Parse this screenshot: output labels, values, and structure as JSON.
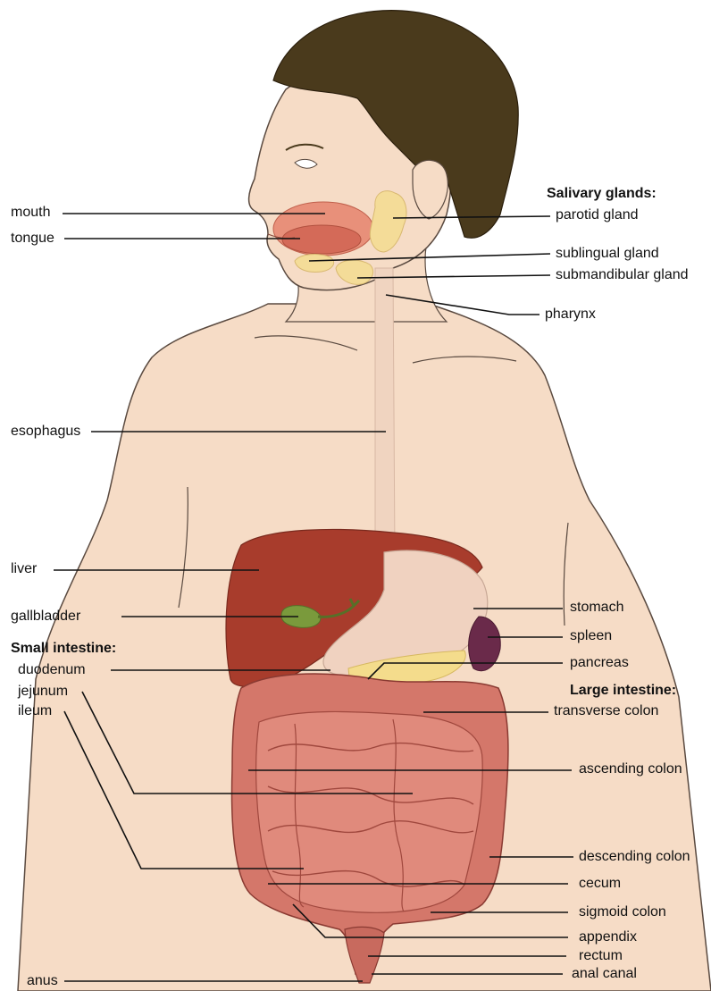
{
  "labels": {
    "mouth": "mouth",
    "tongue": "tongue",
    "esophagus": "esophagus",
    "liver": "liver",
    "gallbladder": "gallbladder",
    "small_intestine_header": "Small intestine:",
    "duodenum": "duodenum",
    "jejunum": "jejunum",
    "ileum": "ileum",
    "anus": "anus",
    "salivary_glands_header": "Salivary glands:",
    "parotid_gland": "parotid gland",
    "sublingual_gland": "sublingual gland",
    "submandibular_gland": "submandibular gland",
    "pharynx": "pharynx",
    "stomach": "stomach",
    "spleen": "spleen",
    "pancreas": "pancreas",
    "large_intestine_header": "Large intestine:",
    "transverse_colon": "transverse colon",
    "ascending_colon": "ascending colon",
    "descending_colon": "descending colon",
    "cecum": "cecum",
    "sigmoid_colon": "sigmoid colon",
    "appendix": "appendix",
    "rectum": "rectum",
    "anal_canal": "anal canal"
  },
  "colors": {
    "skin": "#f6dcc6",
    "skin_outline": "#5a4a40",
    "hair": "#4a3a1c",
    "liver": "#a83c2c",
    "gallbladder": "#7a9a3c",
    "stomach": "#f0d2c0",
    "spleen": "#6a2a4a",
    "pancreas": "#f4dc8c",
    "intestine": "#d4776a",
    "intestine_dark": "#b85a50",
    "salivary": "#f4dc98",
    "mouth": "#e8907a",
    "esophagus": "#f0d4c0",
    "leader_line": "#111111"
  }
}
